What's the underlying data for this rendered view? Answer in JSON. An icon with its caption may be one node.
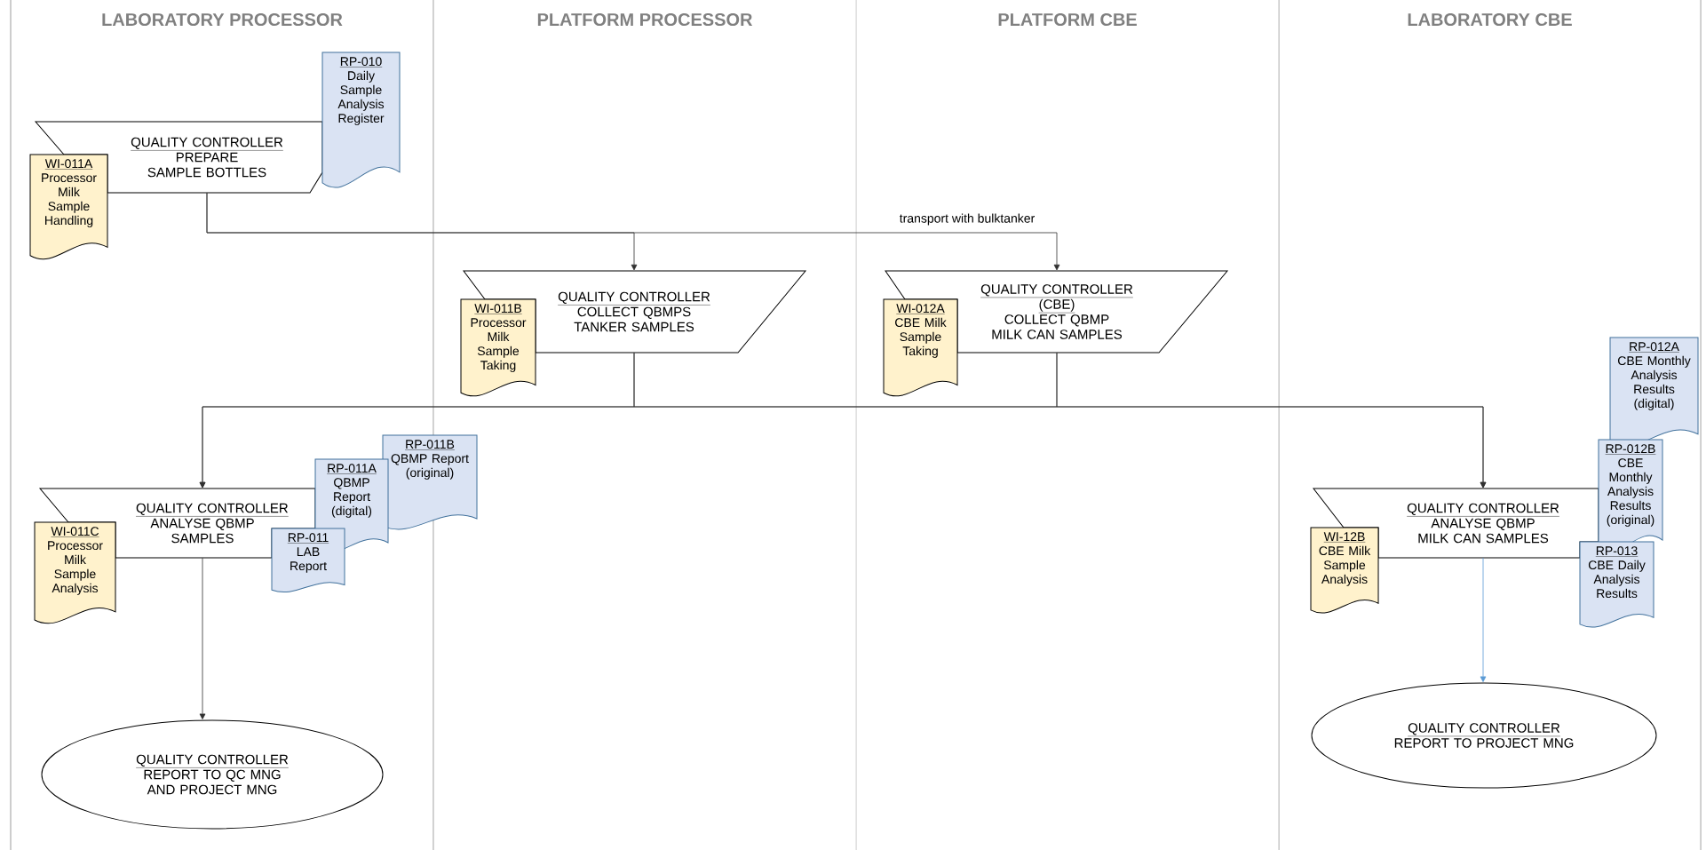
{
  "diagram": {
    "nodes": [
      {
        "text": [
          "LABORATORY PROCESSOR"
        ]
      },
      {
        "text": [
          "PLATFORM PROCESSOR"
        ]
      },
      {
        "text": [
          "PLATFORM CBE"
        ]
      },
      {
        "text": [
          "LABORATORY CBE"
        ]
      },
      {
        "text": [
          "QUALITY CONTROLLER",
          "PREPARE SAMPLE BOTTLES"
        ]
      },
      {
        "text": [
          "WI-011A",
          "Processor Milk Sample Handling"
        ]
      },
      {
        "text": [
          "RP-010",
          "Daily Sample Analysis Register"
        ]
      },
      {
        "text": [
          "QUALITY CONTROLLER",
          "COLLECT QBMPS TANKER SAMPLES"
        ]
      },
      {
        "text": [
          "WI-011B",
          "Processor Milk Sample Taking"
        ]
      },
      {
        "text": [
          "QUALITY CONTROLLER",
          "(CBE)",
          "COLLECT QBMP MILK CAN SAMPLES"
        ]
      },
      {
        "text": [
          "WI-012A",
          "CBE Milk Sample Taking"
        ]
      },
      {
        "text": [
          "QUALITY CONTROLLER",
          "ANALYSE QBMP SAMPLES"
        ]
      },
      {
        "text": [
          "WI-011C",
          "Processor Milk Sample Analysis"
        ]
      },
      {
        "text": [
          "RP-011A",
          "QBMP Report (digital)"
        ]
      },
      {
        "text": [
          "RP-011B",
          "QBMP Report (original)"
        ]
      },
      {
        "text": [
          "RP-011",
          "LAB Report"
        ]
      },
      {
        "text": [
          "QUALITY CONTROLLER",
          "ANALYSE QBMP MILK CAN SAMPLES"
        ]
      },
      {
        "text": [
          "WI-12B",
          "CBE Milk Sample Analysis"
        ]
      },
      {
        "text": [
          "RP-012A",
          "CBE Monthly Analysis Results (digital)"
        ]
      },
      {
        "text": [
          "RP-012B",
          "CBE Monthly Analysis Results (original)"
        ]
      },
      {
        "text": [
          "RP-013",
          "CBE Daily Analysis Results"
        ]
      },
      {
        "text": [
          "QUALITY CONTROLLER",
          "REPORT TO QC MNG AND PROJECT MNG"
        ]
      },
      {
        "text": [
          "QUALITY CONTROLLER",
          "REPORT TO PROJECT MNG"
        ]
      }
    ],
    "edges": [
      {
        "from": 4,
        "to": 7,
        "arrow": "to"
      },
      {
        "from": 4,
        "to": 9,
        "arrow": "to",
        "label": "transport with bulktanker"
      },
      {
        "from": 7,
        "to": 11,
        "arrow": "to"
      },
      {
        "from": 7,
        "to": 16,
        "arrow": "to"
      },
      {
        "from": 9,
        "to": 11,
        "arrow": "to"
      },
      {
        "from": 9,
        "to": 16,
        "arrow": "to"
      },
      {
        "from": 11,
        "to": 21,
        "arrow": "to"
      },
      {
        "from": 16,
        "to": 22,
        "arrow": "to",
        "color": "#5b9bd5"
      }
    ]
  }
}
